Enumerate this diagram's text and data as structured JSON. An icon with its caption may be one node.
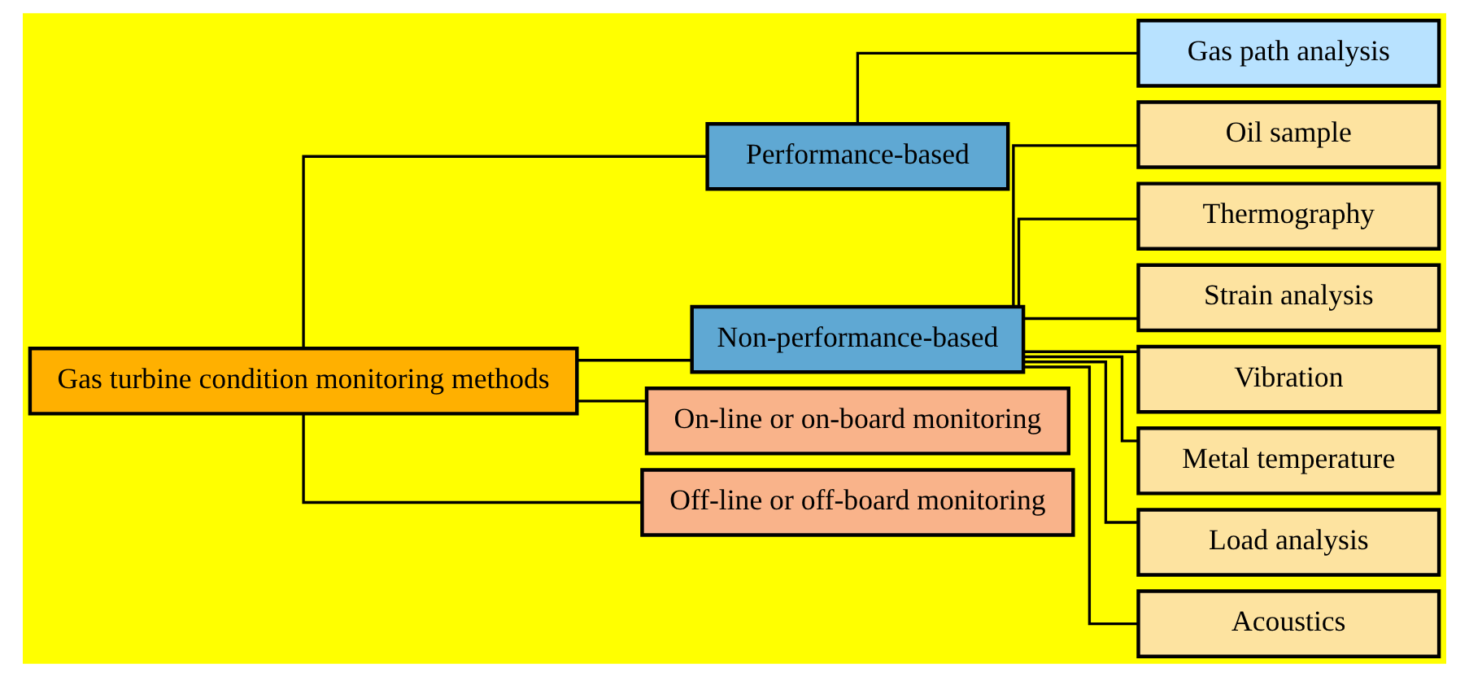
{
  "diagram": {
    "nodes": [
      {
        "text": [
          "Gas turbine condition monitoring methods"
        ]
      },
      {
        "text": [
          "Performance-based"
        ]
      },
      {
        "text": [
          "Non-performance-based"
        ]
      },
      {
        "text": [
          "On-line or on-board monitoring"
        ]
      },
      {
        "text": [
          "Off-line or off-board monitoring"
        ]
      },
      {
        "text": [
          "Gas path analysis"
        ]
      },
      {
        "text": [
          "Oil sample"
        ]
      },
      {
        "text": [
          "Thermography"
        ]
      },
      {
        "text": [
          "Strain analysis"
        ]
      },
      {
        "text": [
          "Vibration"
        ]
      },
      {
        "text": [
          "Metal temperature"
        ]
      },
      {
        "text": [
          "Load analysis"
        ]
      },
      {
        "text": [
          "Acoustics"
        ]
      }
    ],
    "edges": [
      {
        "from": 0,
        "to": 1,
        "arrow": "none"
      },
      {
        "from": 0,
        "to": 2,
        "arrow": "none"
      },
      {
        "from": 0,
        "to": 3,
        "arrow": "none"
      },
      {
        "from": 0,
        "to": 4,
        "arrow": "none"
      },
      {
        "from": 1,
        "to": 5,
        "arrow": "none"
      },
      {
        "from": 2,
        "to": 6,
        "arrow": "none"
      },
      {
        "from": 2,
        "to": 7,
        "arrow": "none"
      },
      {
        "from": 2,
        "to": 8,
        "arrow": "none"
      },
      {
        "from": 2,
        "to": 9,
        "arrow": "none"
      },
      {
        "from": 2,
        "to": 10,
        "arrow": "none"
      },
      {
        "from": 2,
        "to": 11,
        "arrow": "none"
      },
      {
        "from": 2,
        "to": 12,
        "arrow": "none"
      }
    ]
  }
}
